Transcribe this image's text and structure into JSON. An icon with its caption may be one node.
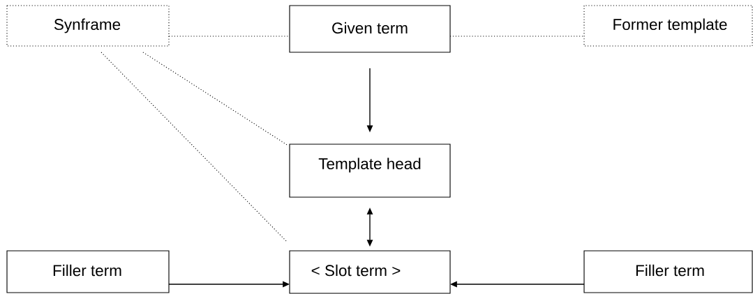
{
  "diagram": {
    "nodes": [
      {
        "text": [
          "Synframe"
        ]
      },
      {
        "text": [
          "Given term"
        ]
      },
      {
        "text": [
          "Former template"
        ]
      },
      {
        "text": [
          "Template head"
        ]
      },
      {
        "text": [
          "Filler term"
        ]
      },
      {
        "text": [
          "< Slot term >"
        ]
      },
      {
        "text": [
          "Filler term"
        ]
      }
    ],
    "edges": [
      {
        "from": 0,
        "to": 1,
        "arrow": "none",
        "style": "dashed"
      },
      {
        "from": 1,
        "to": 2,
        "arrow": "none",
        "style": "dashed"
      },
      {
        "from": 0,
        "to": 3,
        "arrow": "none",
        "style": "dashed"
      },
      {
        "from": 0,
        "to": 5,
        "arrow": "none",
        "style": "dashed"
      },
      {
        "from": 1,
        "to": 3,
        "arrow": "to"
      },
      {
        "from": 3,
        "to": 5,
        "arrow": "both"
      },
      {
        "from": 4,
        "to": 5,
        "arrow": "to"
      },
      {
        "from": 6,
        "to": 5,
        "arrow": "to"
      }
    ]
  }
}
